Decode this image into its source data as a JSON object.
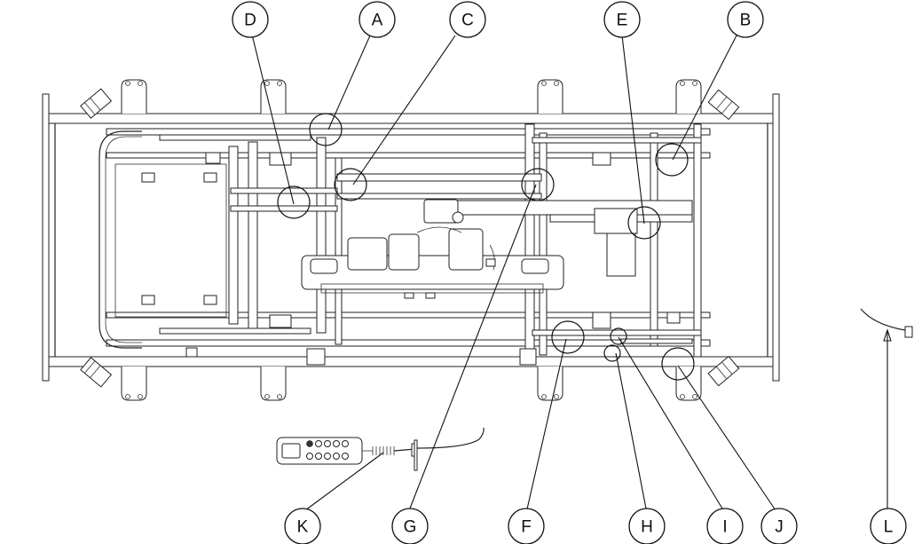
{
  "callouts": {
    "A": "A",
    "B": "B",
    "C": "C",
    "D": "D",
    "E": "E",
    "F": "F",
    "G": "G",
    "H": "H",
    "I": "I",
    "J": "J",
    "K": "K",
    "L": "L"
  }
}
